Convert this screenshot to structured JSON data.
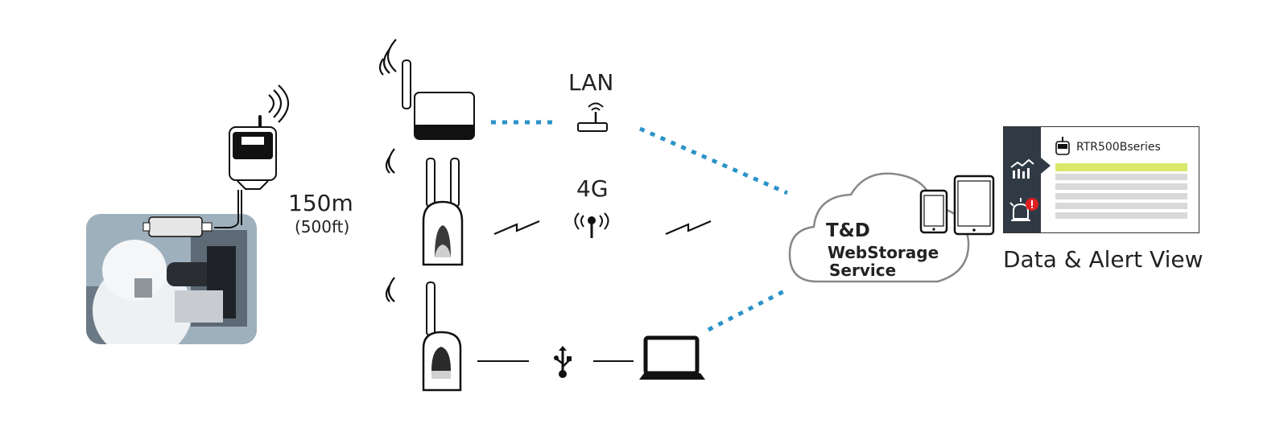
{
  "labels": {
    "range_main": "150m",
    "range_sub": "(500ft)",
    "lan": "LAN",
    "cellular": "4G",
    "cloud_line1": "T&D",
    "cloud_line2": "WebStorage",
    "cloud_line3": "Service",
    "view_caption": "Data & Alert View",
    "view_device": "RTR500Bseries"
  },
  "colors": {
    "link_dotted": "#2b93c8",
    "stroke": "#111111",
    "highlight_row": "#d9e86a",
    "gray_row": "#d9d9d9",
    "sidebar": "#2f3a44",
    "alert": "#e02020"
  },
  "icons": [
    "logger-device-icon",
    "wifi-signal-icon",
    "router-icon",
    "antenna-icon",
    "usb-icon",
    "laptop-icon",
    "smartphone-icon",
    "tablet-icon",
    "cloud-icon",
    "graph-icon",
    "alarm-icon"
  ]
}
